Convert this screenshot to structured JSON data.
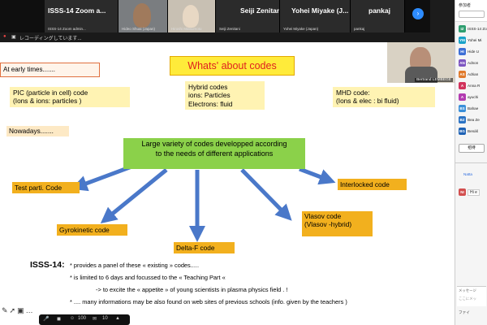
{
  "participants": [
    {
      "tile_title": "ISSS-14 Zoom a...",
      "label": "ISSS-14 Zoom admin..."
    },
    {
      "tile_title": "",
      "label": "Hideo Shuai (Japan)"
    },
    {
      "tile_title": "",
      "label": "Hiroshi Matsumoto"
    },
    {
      "tile_title": "Seiji Zenitani",
      "label": "Seiji Zenitani"
    },
    {
      "tile_title": "Yohei Miyake (J...",
      "label": "Yohei Miyake (Japan)"
    },
    {
      "tile_title": "pankaj",
      "label": "pankaj"
    }
  ],
  "recording_text": "レコーディングしています...",
  "presenter_label": "Bertrand LEMBEGE",
  "slide": {
    "title": "Whats' about codes",
    "early": "At early times.......",
    "pic": "PIC (particle in cell)  code\n(Ions  & ions: particles )",
    "hybrid": "Hybrid codes\nions: Particles\nElectrons: fluid",
    "mhd": "MHD code:\n(Ions & elec : bi fluid)",
    "nowadays": "Nowadays.......",
    "variety": "Large variety of codes developped according\nto the needs of different applications",
    "test_code": "Test parti. Code",
    "interlocked_code": "Interlocked code",
    "gyrokinetic_code": "Gyrokinetic code",
    "vlasov_code": "Vlasov code\n(Vlasov -hybrid)",
    "delta_code": "Delta-F code",
    "isss_label": "ISSS-14:",
    "bullets": [
      "* provides a panel of these « existing » codes.....",
      "* is limited  to 6 days  and focussed to the « Teaching Part «",
      "-> to excite the « appetite » of young scientists in plasma physics field . !",
      "* .... many informations may be also found on web sites of previous schools  (info. given by the teachers )"
    ]
  },
  "toolbar": {
    "zoom": "100",
    "count": "10"
  },
  "panel": {
    "header": "参加者",
    "people": [
      {
        "initials": "IZ",
        "name": "ISSS-14 Zo",
        "color": "#2e9e6f"
      },
      {
        "initials": "YM",
        "name": "Yohei Mi",
        "color": "#1aa3c9"
      },
      {
        "initials": "HI",
        "name": "Hide U",
        "color": "#3d6fd6"
      },
      {
        "initials": "AN",
        "name": "Adnon",
        "color": "#7d56c1"
      },
      {
        "initials": "AS",
        "name": "Adrian",
        "color": "#e07a2c"
      },
      {
        "initials": "A",
        "name": "Anna R",
        "color": "#d2335c"
      },
      {
        "initials": "A",
        "name": "ayuchi",
        "color": "#b23bb0"
      },
      {
        "initials": "BS",
        "name": "Bahae",
        "color": "#3a8fd9"
      },
      {
        "initials": "BZ",
        "name": "Bea Ze",
        "color": "#2b73c4"
      },
      {
        "initials": "BG",
        "name": "Benáš",
        "color": "#1e62b5"
      }
    ],
    "invite": "招待",
    "chat_sender": "Natta",
    "chat_initials": "NI",
    "chat_msg": "Hi e",
    "chat_placeholder": "メッセージ",
    "chat_hint": "ここにメッ",
    "chat_footer": "ファイ"
  }
}
